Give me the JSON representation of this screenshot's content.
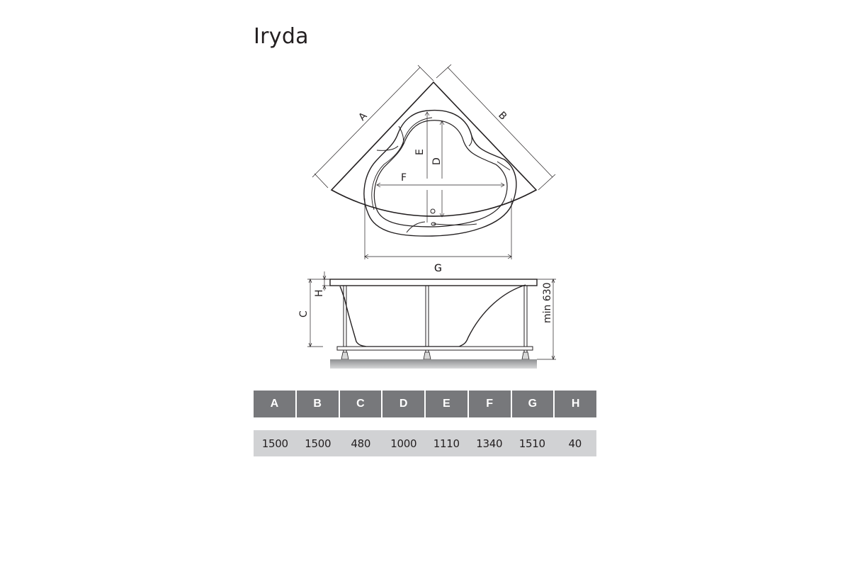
{
  "title": "Iryda",
  "top_view": {
    "labels": {
      "A": "A",
      "B": "B",
      "D": "D",
      "E": "E",
      "F": "F",
      "G": "G"
    }
  },
  "side_view": {
    "labels": {
      "G": "G",
      "H": "H",
      "C": "C",
      "min_height": "min 630"
    }
  },
  "dimensions_table": {
    "headers": [
      "A",
      "B",
      "C",
      "D",
      "E",
      "F",
      "G",
      "H"
    ],
    "values": [
      "1500",
      "1500",
      "480",
      "1000",
      "1110",
      "1340",
      "1510",
      "40"
    ],
    "colors": {
      "header_bg": "#77787b",
      "header_text": "#ffffff",
      "values_bg": "#d1d2d4",
      "values_text": "#231f20"
    }
  }
}
